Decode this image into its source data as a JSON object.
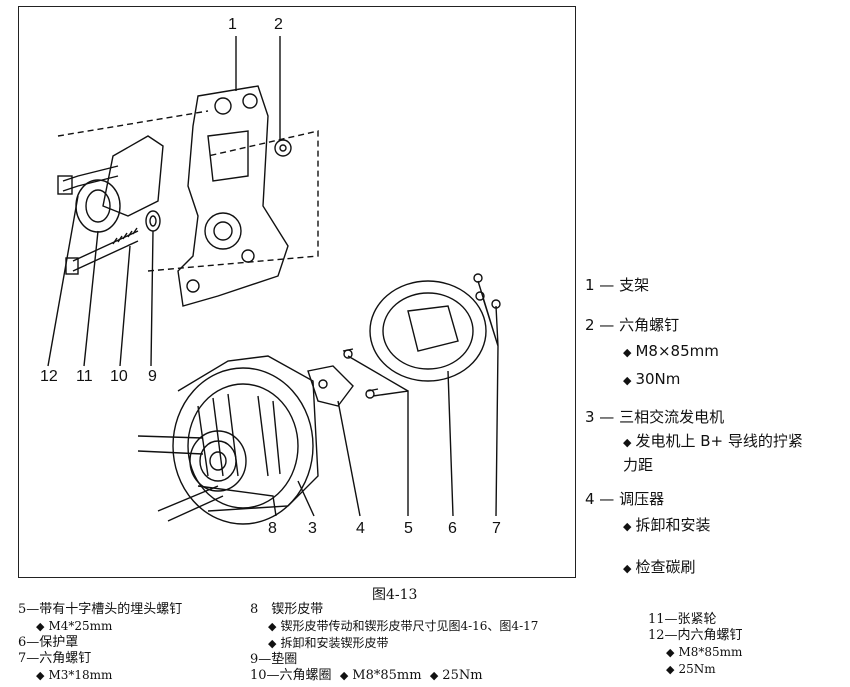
{
  "caption": "图4-13",
  "labels": [
    "1",
    "2",
    "3",
    "4",
    "5",
    "6",
    "7",
    "8",
    "9",
    "10",
    "11",
    "12"
  ],
  "legend_right": [
    {
      "title": "1 — 支架",
      "items": []
    },
    {
      "title": "2 — 六角螺钉",
      "items": [
        "M8×85mm",
        "30Nm"
      ]
    },
    {
      "title": "3 — 三相交流发电机",
      "items": [
        "发电机上 B+ 导线的拧紧力距"
      ]
    },
    {
      "title": "4 — 调压器",
      "items": [
        "拆卸和安装",
        "检查碳刷"
      ]
    }
  ],
  "legend_bottom": {
    "c5": "5—带有十字槽头的埋头螺钉",
    "c5_sub": "M4*25mm",
    "c6": "6—保护罩",
    "c7": "7—六角螺钉",
    "c7_sub": "M3*18mm",
    "c8": "8　锲形皮带",
    "c8_sub1": "锲形皮带传动和锲形皮带尺寸见图4-16、图4-17",
    "c8_sub2": "拆卸和安装锲形皮带",
    "c9": "9—垫圈",
    "c10": "10—六角螺圈",
    "c10_sub1": "M8*85mm",
    "c10_sub2": "25Nm",
    "c11": "11—张紧轮",
    "c12": "12—内六角螺钉",
    "c12_sub1": "M8*85mm",
    "c12_sub2": "25Nm"
  },
  "bullet": "◆"
}
